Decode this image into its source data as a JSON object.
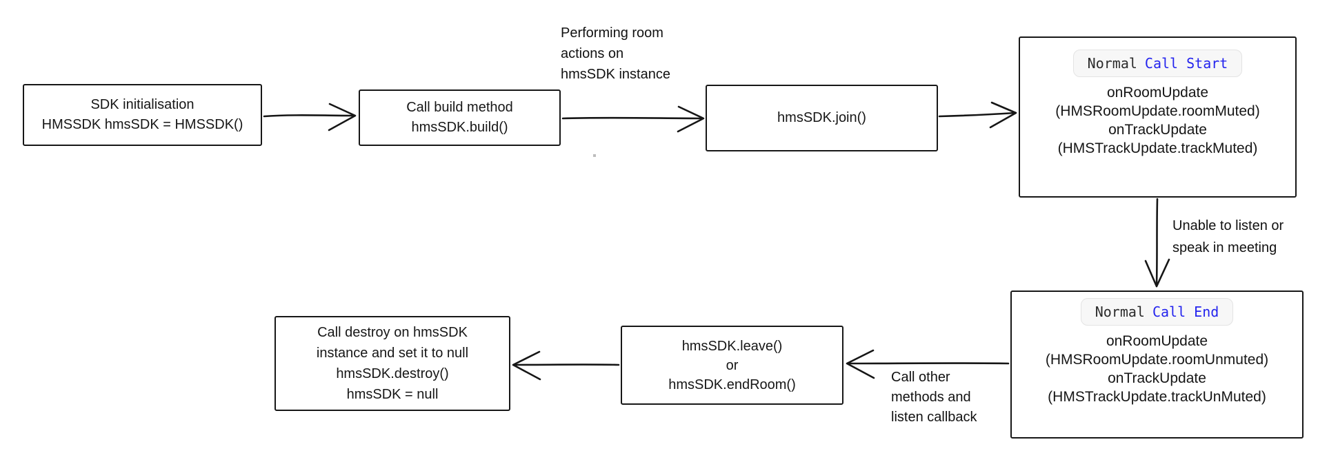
{
  "colors": {
    "stroke": "#161616",
    "background": "#ffffff",
    "badge_text": "#2b2b2b",
    "badge_highlight": "#2424ee",
    "badge_background": "#f7f7f7",
    "badge_border": "#e3e3e3"
  },
  "nodes": [
    {
      "id": "sdk-initialisation",
      "lines": [
        "SDK initialisation",
        "HMSSDK hmsSDK = HMSSDK()"
      ]
    },
    {
      "id": "call-build-method",
      "lines": [
        "Call build method",
        "hmsSDK.build()"
      ]
    },
    {
      "id": "join",
      "lines": [
        "hmsSDK.join()"
      ]
    },
    {
      "id": "normal-call-start",
      "badge": {
        "prefix": "Normal",
        "highlight": "Call Start"
      },
      "lines": [
        "onRoomUpdate",
        "(HMSRoomUpdate.roomMuted)",
        "onTrackUpdate",
        "(HMSTrackUpdate.trackMuted)"
      ]
    },
    {
      "id": "normal-call-end",
      "badge": {
        "prefix": "Normal",
        "highlight": "Call End"
      },
      "lines": [
        "onRoomUpdate",
        "(HMSRoomUpdate.roomUnmuted)",
        "onTrackUpdate",
        "(HMSTrackUpdate.trackUnMuted)"
      ]
    },
    {
      "id": "leave-or-endroom",
      "lines": [
        "hmsSDK.leave()",
        "or",
        "hmsSDK.endRoom()"
      ]
    },
    {
      "id": "destroy",
      "lines": [
        "Call destroy on hmsSDK",
        "instance and set it to null",
        "hmsSDK.destroy()",
        "hmsSDK = null"
      ]
    }
  ],
  "labels": [
    {
      "id": "performing-room-actions",
      "lines": [
        "Performing room",
        "actions on",
        "hmsSDK instance"
      ]
    },
    {
      "id": "unable-to-listen",
      "lines": [
        "Unable to listen or",
        "speak in meeting"
      ]
    },
    {
      "id": "call-other-methods",
      "lines": [
        "Call other",
        "methods and",
        "listen callback"
      ]
    }
  ]
}
